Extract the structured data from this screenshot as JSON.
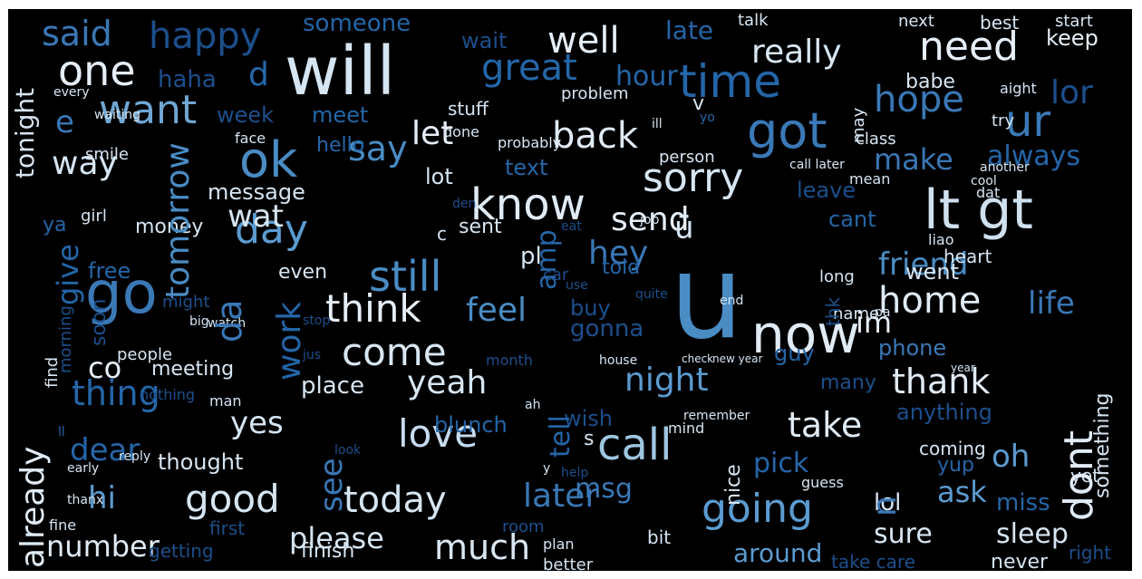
{
  "words": [
    {
      "text": "will",
      "c": "#d6e5f2"
    },
    {
      "text": "u",
      "c": "#4a8cc4"
    },
    {
      "text": "lt gt",
      "c": "#cfe0ef"
    },
    {
      "text": "ok",
      "c": "#4a8cc4"
    },
    {
      "text": "go",
      "c": "#3a78b6"
    },
    {
      "text": "got",
      "c": "#3a78b6"
    },
    {
      "text": "now",
      "c": "#e0ebf5"
    },
    {
      "text": "call",
      "c": "#9ec6e0"
    },
    {
      "text": "know",
      "c": "#e0ebf5"
    },
    {
      "text": "time",
      "c": "#2466a8"
    },
    {
      "text": "need",
      "c": "#e6eef7"
    },
    {
      "text": "come",
      "c": "#d9e7f3"
    },
    {
      "text": "still",
      "c": "#4a8cc4"
    },
    {
      "text": "love",
      "c": "#c6dbef"
    },
    {
      "text": "day",
      "c": "#5b9bd0"
    },
    {
      "text": "good",
      "c": "#d6e5f2"
    },
    {
      "text": "today",
      "c": "#d6e5f2"
    },
    {
      "text": "going",
      "c": "#5b9bd0"
    },
    {
      "text": "ur",
      "c": "#3a78b6"
    },
    {
      "text": "sorry",
      "c": "#d6e5f2"
    },
    {
      "text": "think",
      "c": "#e6eef7"
    },
    {
      "text": "much",
      "c": "#d9e7f3"
    },
    {
      "text": "home",
      "c": "#e0ebf5"
    },
    {
      "text": "back",
      "c": "#e0ebf5"
    },
    {
      "text": "really",
      "c": "#d9e7f3"
    },
    {
      "text": "one",
      "c": "#e6eef7"
    },
    {
      "text": "well",
      "c": "#e6eef7"
    },
    {
      "text": "want",
      "c": "#6fa6d3"
    },
    {
      "text": "hope",
      "c": "#3a78b6"
    },
    {
      "text": "say",
      "c": "#4a8cc4"
    },
    {
      "text": "send",
      "c": "#e6eef7"
    },
    {
      "text": "please",
      "c": "#d6e5f2"
    },
    {
      "text": "yeah",
      "c": "#d6e5f2"
    },
    {
      "text": "thank",
      "c": "#e0ebf5"
    },
    {
      "text": "take",
      "c": "#e0ebf5"
    },
    {
      "text": "night",
      "c": "#5b9bd0"
    },
    {
      "text": "friend",
      "c": "#4a8cc4"
    },
    {
      "text": "feel",
      "c": "#4a8cc4"
    },
    {
      "text": "hey",
      "c": "#3a78b6"
    },
    {
      "text": "thing",
      "c": "#2466a8"
    },
    {
      "text": "number",
      "c": "#e0ebf5"
    },
    {
      "text": "later",
      "c": "#3a78b6"
    },
    {
      "text": "life",
      "c": "#3a78b6"
    },
    {
      "text": "make",
      "c": "#3a78b6"
    },
    {
      "text": "always",
      "c": "#2466a8"
    },
    {
      "text": "happy",
      "c": "#1c4f8c"
    },
    {
      "text": "said",
      "c": "#3a78b6"
    },
    {
      "text": "great",
      "c": "#2466a8"
    },
    {
      "text": "let",
      "c": "#e6eef7"
    },
    {
      "text": "way",
      "c": "#d6e5f2"
    },
    {
      "text": "wat",
      "c": "#d6e5f2"
    },
    {
      "text": "dear",
      "c": "#2466a8"
    },
    {
      "text": "yes",
      "c": "#d6e5f2"
    },
    {
      "text": "hi",
      "c": "#5b9bd0"
    },
    {
      "text": "ask",
      "c": "#5b9bd0"
    },
    {
      "text": "oh",
      "c": "#5b9bd0"
    },
    {
      "text": "sure",
      "c": "#d6e5f2"
    },
    {
      "text": "sleep",
      "c": "#d6e5f2"
    },
    {
      "text": "msg",
      "c": "#3a78b6"
    },
    {
      "text": "around",
      "c": "#5b9bd0"
    },
    {
      "text": "co",
      "c": "#e6eef7"
    },
    {
      "text": "lor",
      "c": "#1c4f8c"
    },
    {
      "text": "keep",
      "c": "#e6eef7"
    },
    {
      "text": "e",
      "c": "#3a78b6"
    },
    {
      "text": "d",
      "c": "#2466a8"
    },
    {
      "text": "haha",
      "c": "#1c4f8c"
    },
    {
      "text": "hour",
      "c": "#2466a8"
    },
    {
      "text": "wait",
      "c": "#1c4f8c"
    },
    {
      "text": "late",
      "c": "#2466a8"
    },
    {
      "text": "talk",
      "c": "#d6e5f2"
    },
    {
      "text": "next",
      "c": "#d6e5f2"
    },
    {
      "text": "best",
      "c": "#d6e5f2"
    },
    {
      "text": "start",
      "c": "#d6e5f2"
    },
    {
      "text": "someone",
      "c": "#2466a8"
    },
    {
      "text": "babe",
      "c": "#d6e5f2"
    },
    {
      "text": "week",
      "c": "#1c4f8c"
    },
    {
      "text": "meet",
      "c": "#2466a8"
    },
    {
      "text": "hello",
      "c": "#2466a8"
    },
    {
      "text": "stuff",
      "c": "#d6e5f2"
    },
    {
      "text": "problem",
      "c": "#d6e5f2"
    },
    {
      "text": "lot",
      "c": "#d6e5f2"
    },
    {
      "text": "text",
      "c": "#2466a8"
    },
    {
      "text": "message",
      "c": "#d6e5f2"
    },
    {
      "text": "c",
      "c": "#d6e5f2"
    },
    {
      "text": "sent",
      "c": "#d6e5f2"
    },
    {
      "text": "pl",
      "c": "#d6e5f2"
    },
    {
      "text": "even",
      "c": "#d6e5f2"
    },
    {
      "text": "money",
      "c": "#d6e5f2"
    },
    {
      "text": "free",
      "c": "#2466a8"
    },
    {
      "text": "buy",
      "c": "#1c4f8c"
    },
    {
      "text": "told",
      "c": "#2466a8"
    },
    {
      "text": "gonna",
      "c": "#1c4f8c"
    },
    {
      "text": "went",
      "c": "#d6e5f2"
    },
    {
      "text": "leave",
      "c": "#1c4f8c"
    },
    {
      "text": "cant",
      "c": "#2466a8"
    },
    {
      "text": "phone",
      "c": "#3a78b6"
    },
    {
      "text": "im",
      "c": "#e6eef7"
    },
    {
      "text": "meeting",
      "c": "#d6e5f2"
    },
    {
      "text": "place",
      "c": "#d6e5f2"
    },
    {
      "text": "guy",
      "c": "#2466a8"
    },
    {
      "text": "many",
      "c": "#1c4f8c"
    },
    {
      "text": "anything",
      "c": "#1c4f8c"
    },
    {
      "text": "blunch",
      "c": "#2466a8"
    },
    {
      "text": "wish",
      "c": "#1c4f8c"
    },
    {
      "text": "s",
      "c": "#d6e5f2"
    },
    {
      "text": "pick",
      "c": "#2466a8"
    },
    {
      "text": "yup",
      "c": "#2466a8"
    },
    {
      "text": "yet",
      "c": "#d6e5f2"
    },
    {
      "text": "miss",
      "c": "#2466a8"
    },
    {
      "text": "lol",
      "c": "#d6e5f2"
    },
    {
      "text": "thought",
      "c": "#d6e5f2"
    },
    {
      "text": "finish",
      "c": "#d6e5f2"
    },
    {
      "text": "getting",
      "c": "#1c4f8c"
    },
    {
      "text": "first",
      "c": "#1c4f8c"
    },
    {
      "text": "bit",
      "c": "#d6e5f2"
    },
    {
      "text": "better",
      "c": "#d6e5f2"
    },
    {
      "text": "take care",
      "c": "#1c4f8c"
    },
    {
      "text": "never",
      "c": "#d6e5f2"
    },
    {
      "text": "right",
      "c": "#1c4f8c"
    },
    {
      "text": "coming",
      "c": "#d6e5f2"
    },
    {
      "text": "name",
      "c": "#d6e5f2"
    },
    {
      "text": "pa",
      "c": "#d6e5f2"
    },
    {
      "text": "long",
      "c": "#d6e5f2"
    },
    {
      "text": "heart",
      "c": "#d6e5f2"
    },
    {
      "text": "liao",
      "c": "#d6e5f2"
    },
    {
      "text": "people",
      "c": "#d6e5f2"
    },
    {
      "text": "man",
      "c": "#d6e5f2"
    },
    {
      "text": "girl",
      "c": "#d6e5f2"
    },
    {
      "text": "smile",
      "c": "#d6e5f2"
    },
    {
      "text": "face",
      "c": "#d6e5f2"
    },
    {
      "text": "ya",
      "c": "#2466a8"
    },
    {
      "text": "ü",
      "c": "#d6e5f2"
    },
    {
      "text": "v",
      "c": "#d6e5f2"
    },
    {
      "text": "done",
      "c": "#d6e5f2"
    },
    {
      "text": "probably",
      "c": "#d6e5f2"
    },
    {
      "text": "person",
      "c": "#d6e5f2"
    },
    {
      "text": "class",
      "c": "#d6e5f2"
    },
    {
      "text": "mean",
      "c": "#d6e5f2"
    },
    {
      "text": "dat",
      "c": "#d6e5f2"
    },
    {
      "text": "call later",
      "c": "#d6e5f2"
    },
    {
      "text": "cool",
      "c": "#d6e5f2"
    },
    {
      "text": "another",
      "c": "#d6e5f2"
    },
    {
      "text": "try",
      "c": "#d6e5f2"
    },
    {
      "text": "aight",
      "c": "#d6e5f2"
    },
    {
      "text": "ill",
      "c": "#d6e5f2"
    },
    {
      "text": "yo",
      "c": "#2466a8"
    },
    {
      "text": "job",
      "c": "#d6e5f2"
    },
    {
      "text": "eat",
      "c": "#1c4f8c"
    },
    {
      "text": "car",
      "c": "#1c4f8c"
    },
    {
      "text": "use",
      "c": "#1c4f8c"
    },
    {
      "text": "quite",
      "c": "#1c4f8c"
    },
    {
      "text": "end",
      "c": "#d6e5f2"
    },
    {
      "text": "month",
      "c": "#1c4f8c"
    },
    {
      "text": "house",
      "c": "#d6e5f2"
    },
    {
      "text": "check",
      "c": "#d6e5f2"
    },
    {
      "text": "new year",
      "c": "#d6e5f2"
    },
    {
      "text": "year",
      "c": "#d6e5f2"
    },
    {
      "text": "ah",
      "c": "#d6e5f2"
    },
    {
      "text": "remember",
      "c": "#d6e5f2"
    },
    {
      "text": "mind",
      "c": "#d6e5f2"
    },
    {
      "text": "room",
      "c": "#1c4f8c"
    },
    {
      "text": "plan",
      "c": "#d6e5f2"
    },
    {
      "text": "guess",
      "c": "#d6e5f2"
    },
    {
      "text": "help",
      "c": "#1c4f8c"
    },
    {
      "text": "y",
      "c": "#d6e5f2"
    },
    {
      "text": "nothing",
      "c": "#1c4f8c"
    },
    {
      "text": "early",
      "c": "#d6e5f2"
    },
    {
      "text": "fine",
      "c": "#d6e5f2"
    },
    {
      "text": "thanx",
      "c": "#d6e5f2"
    },
    {
      "text": "ll",
      "c": "#2466a8"
    },
    {
      "text": "look",
      "c": "#1c4f8c"
    },
    {
      "text": "jus",
      "c": "#1c4f8c"
    },
    {
      "text": "big",
      "c": "#d6e5f2"
    },
    {
      "text": "every",
      "c": "#d6e5f2"
    },
    {
      "text": "might",
      "c": "#1c4f8c"
    },
    {
      "text": "watch",
      "c": "#d6e5f2"
    },
    {
      "text": "den",
      "c": "#1c4f8c"
    },
    {
      "text": "waiting",
      "c": "#d6e5f2"
    },
    {
      "text": "stop",
      "c": "#1c4f8c"
    },
    {
      "text": "reply",
      "c": "#d6e5f2"
    },
    {
      "text": "tomorrow",
      "c": "#4a8cc4"
    },
    {
      "text": "da",
      "c": "#3a78b6"
    },
    {
      "text": "work",
      "c": "#2466a8"
    },
    {
      "text": "give",
      "c": "#2466a8"
    },
    {
      "text": "tonight",
      "c": "#d6e5f2"
    },
    {
      "text": "already",
      "c": "#e0ebf5"
    },
    {
      "text": "find",
      "c": "#d6e5f2"
    },
    {
      "text": "soon",
      "c": "#1c4f8c"
    },
    {
      "text": "morning",
      "c": "#1c4f8c"
    },
    {
      "text": "see",
      "c": "#3a78b6"
    },
    {
      "text": "tell",
      "c": "#2466a8"
    },
    {
      "text": "amp",
      "c": "#2466a8"
    },
    {
      "text": "thk",
      "c": "#1c4f8c"
    },
    {
      "text": "n",
      "c": "#3a78b6"
    },
    {
      "text": "dont",
      "c": "#e0ebf5"
    },
    {
      "text": "something",
      "c": "#d6e5f2"
    },
    {
      "text": "nice",
      "c": "#d6e5f2"
    },
    {
      "text": "may",
      "c": "#d6e5f2"
    }
  ]
}
